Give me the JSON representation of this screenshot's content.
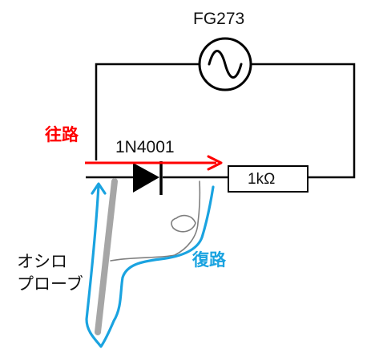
{
  "generator": {
    "label": "FG273",
    "icon": "ac-sine-icon"
  },
  "diode": {
    "label": "1N4001",
    "icon": "diode-icon"
  },
  "resistor": {
    "label": "1kΩ"
  },
  "forward_path": {
    "label": "往路",
    "color": "#ff0000"
  },
  "return_path": {
    "label": "復路",
    "color": "#1aa3e0"
  },
  "probe": {
    "label_line1": "オシロ",
    "label_line2": "プローブ",
    "color": "#a6a6a6"
  },
  "wire_color": "#000000"
}
